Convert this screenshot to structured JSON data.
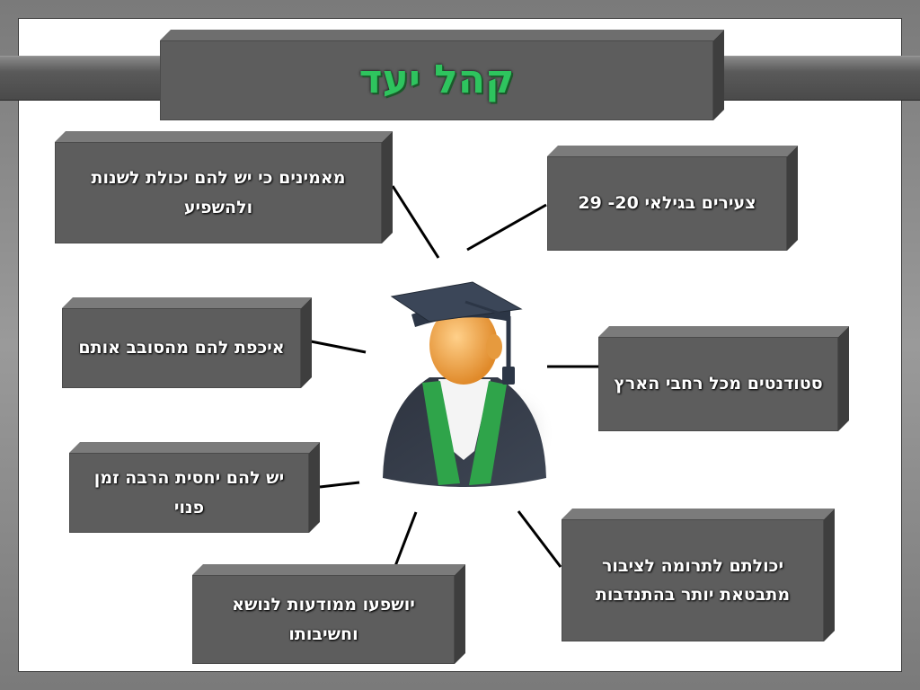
{
  "title": "קהל יעד",
  "boxes": [
    {
      "text": "מאמינים כי יש להם יכולת לשנות ולהשפיע"
    },
    {
      "text": "צעירים בגילאי 20- 29"
    },
    {
      "text": "איכפת להם מהסובב אותם"
    },
    {
      "text": "סטודנטים מכל רחבי הארץ"
    },
    {
      "text": "יש להם יחסית הרבה זמן פנוי"
    },
    {
      "text": "יכולתם לתרומה לציבור מתבטאת יותר בהתנדבות"
    },
    {
      "text": "יושפעו ממודעות לנושא וחשיבותו"
    }
  ],
  "icon": "graduate-icon",
  "colors": {
    "title": "#2ec45e",
    "box": "#5d5d5d",
    "gown_stripe": "#2fa44a"
  }
}
